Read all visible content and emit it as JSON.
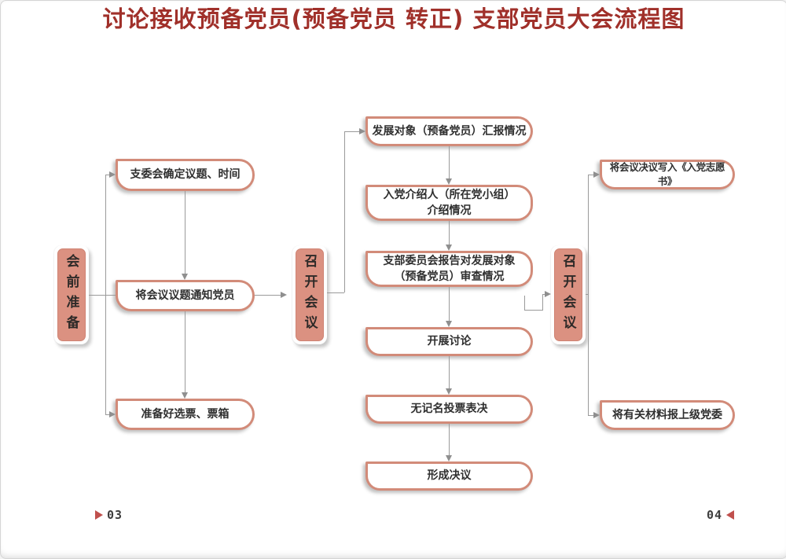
{
  "title": {
    "text": "讨论接收预备党员(预备党员 转正) 支部党员大会流程图"
  },
  "stages": [
    {
      "label": "会前准备"
    },
    {
      "label": "召开会议"
    },
    {
      "label": "召开会议"
    }
  ],
  "nodes": {
    "left": [
      {
        "label": "支委会确定议题、时间"
      },
      {
        "label": "将会议议题通知党员"
      },
      {
        "label": "准备好选票、票箱"
      }
    ],
    "middle": [
      {
        "label": "发展对象（预备党员）汇报情况"
      },
      {
        "label": "入党介绍人（所在党小组）\n介绍情况"
      },
      {
        "label": "支部委员会报告对发展对象\n（预备党员）审查情况"
      },
      {
        "label": "开展讨论"
      },
      {
        "label": "无记名投票表决"
      },
      {
        "label": "形成决议"
      }
    ],
    "right": [
      {
        "label": "将会议决议写入《入党志愿书》"
      },
      {
        "label": "将有关材料报上级党委"
      }
    ]
  },
  "footer": {
    "left_page": "03",
    "right_page": "04"
  },
  "colors": {
    "title": "#a0302a",
    "node_border": "#d28b79",
    "stage_fill": "#db9181",
    "connector": "#9a9a9a",
    "page_marker": "#c0504d"
  }
}
